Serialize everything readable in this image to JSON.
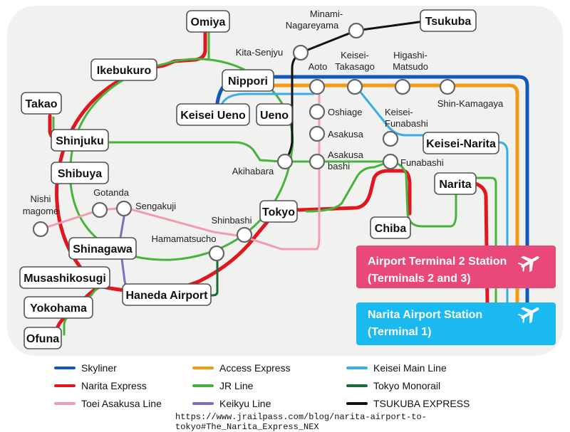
{
  "colors": {
    "skyliner": "#1258b8",
    "narita_express": "#e0171f",
    "toei_asakusa": "#f29bb5",
    "access_express": "#f39a12",
    "jr": "#46b43c",
    "keikyu": "#7a6fc0",
    "keisei_main": "#38aee8",
    "tokyo_monorail": "#1a6a3a",
    "tsukuba": "#111111",
    "terminal2_bg": "#e8497a",
    "terminal1_bg": "#1ab9ef"
  },
  "stations": {
    "omiya": "Omiya",
    "minami_nagareyama_1": "Minami-",
    "minami_nagareyama_2": "Nagareyama",
    "tsukuba": "Tsukuba",
    "kita_senjyu": "Kita-Senjyu",
    "ikebukuro": "Ikebukuro",
    "aoto": "Aoto",
    "keisei_takasago_1": "Keisei-",
    "keisei_takasago_2": "Takasago",
    "higashi_matsudo_1": "Higashi-",
    "higashi_matsudo_2": "Matsudo",
    "nippori": "Nippori",
    "takao": "Takao",
    "shin_kamagaya": "Shin-Kamagaya",
    "keisei_ueno": "Keisei Ueno",
    "ueno": "Ueno",
    "oshiage": "Oshiage",
    "keisei_funabashi_1": "Keisei-",
    "keisei_funabashi_2": "Funabashi",
    "shinjuku": "Shinjuku",
    "asakusa": "Asakusa",
    "keisei_narita": "Keisei-Narita",
    "asakusabashi_1": "Asakusa",
    "asakusabashi_2": "bashi",
    "funabashi": "Funabashi",
    "akihabara": "Akihabara",
    "shibuya": "Shibuya",
    "narita": "Narita",
    "gotanda": "Gotanda",
    "nishi_magome_1": "Nishi",
    "nishi_magome_2": "magome",
    "sengakuji": "Sengakuji",
    "tokyo": "Tokyo",
    "shinbashi": "Shinbashi",
    "chiba": "Chiba",
    "hamamatsucho": "Hamamatsucho",
    "shinagawa": "Shinagawa",
    "musashikosugi": "Musashikosugi",
    "haneda_airport": "Haneda Airport",
    "yokohama": "Yokohama",
    "ofuna": "Ofuna"
  },
  "terminals": {
    "t2_line1": "Airport Terminal 2 Station",
    "t2_line2": "(Terminals 2 and 3)",
    "t1_line1": "Narita Airport Station",
    "t1_line2": "(Terminal 1)"
  },
  "legend": [
    {
      "label": "Skyliner",
      "color": "#1258b8"
    },
    {
      "label": "Access Express",
      "color": "#f39a12"
    },
    {
      "label": "Keisei Main Line",
      "color": "#38aee8"
    },
    {
      "label": "Narita Express",
      "color": "#e0171f"
    },
    {
      "label": "JR Line",
      "color": "#46b43c"
    },
    {
      "label": "Tokyo Monorail",
      "color": "#1a6a3a"
    },
    {
      "label": "Toei Asakusa Line",
      "color": "#f29bb5"
    },
    {
      "label": "Keikyu Line",
      "color": "#7a6fc0"
    },
    {
      "label": "TSUKUBA EXPRESS",
      "color": "#111111"
    }
  ],
  "source": "https://www.jrailpass.com/blog/narita-airport-to-tokyo#The_Narita_Express_NEX"
}
